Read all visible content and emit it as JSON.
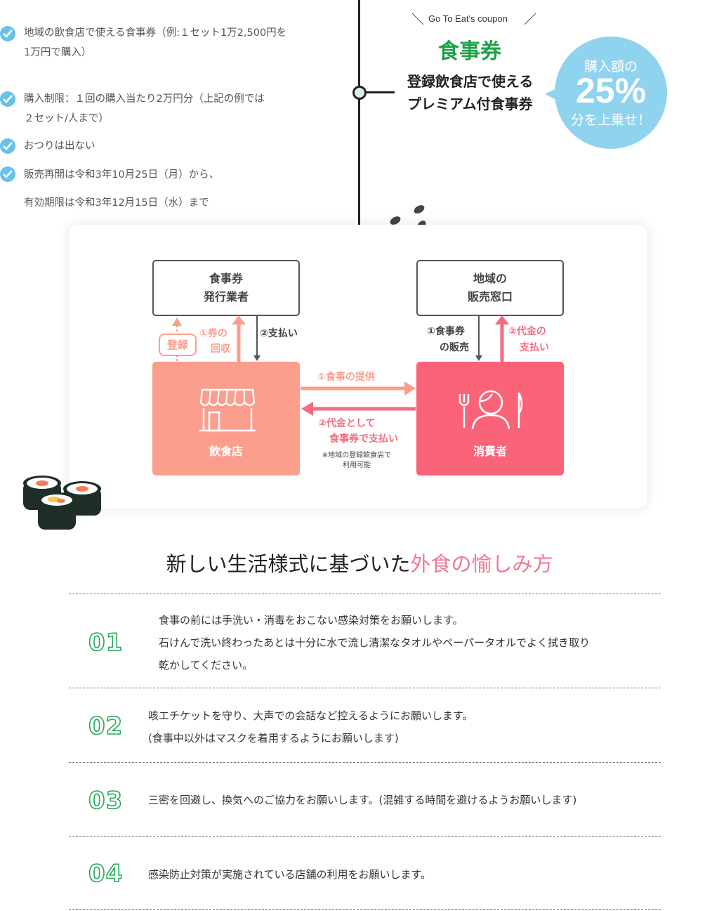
{
  "checklist": [
    {
      "line1": "地域の飲食店で使える食事券（例:１セット1万2,500円を",
      "line2": "1万円で購入）"
    },
    {
      "line1": "購入制限：１回の購入当たり2万円分（上記の例では",
      "line2": "２セット/人まで）"
    },
    {
      "line1": "おつりは出ない",
      "line2": ""
    },
    {
      "line1": "販売再開は令和3年10月25日（月）から、",
      "line2": "有効期限は令和3年12月15日（水）まで"
    }
  ],
  "coupon": {
    "subtitle": "Go To Eat's coupon",
    "title": "食事券",
    "promo_line1": "登録飲食店で使える",
    "promo_line2": "プレミアム付食事券"
  },
  "bubble": {
    "line1": "購入額の",
    "percent": "25%",
    "line3": "分を上乗せ！"
  },
  "diagram": {
    "issuer": "食事券\n発行業者",
    "issuer_l1": "食事券",
    "issuer_l2": "発行業者",
    "window_l1": "地域の",
    "window_l2": "販売窓口",
    "register": "登録",
    "collect_l1": "①券の",
    "collect_l2": "回収",
    "pay2": "②支払い",
    "sell_l1": "①食事券",
    "sell_l2": "の販売",
    "price_l1": "②代金の",
    "price_l2": "支払い",
    "meal_provide": "①食事の提供",
    "pay_by_l1": "②代金として",
    "pay_by_l2": "食事券で支払い",
    "note_l1": "※地域の登録飲食店で",
    "note_l2": "利用可能",
    "restaurant": "飲食店",
    "consumer": "消費者",
    "colors": {
      "restaurant": "#fb9e8e",
      "consumer": "#fb6379",
      "arrow_light": "#fb9e8e",
      "arrow_dark": "#f76a7e"
    }
  },
  "section": {
    "title_black": "新しい生活様式に基づいた",
    "title_pink": "外食の愉しみ方"
  },
  "items": [
    {
      "num": "01",
      "lines": [
        "食事の前には手洗い・消毒をおこない感染対策をお願いします。",
        "石けんで洗い終わったあとは十分に水で流し清潔なタオルやペーパータオルでよく拭き取り",
        "乾かしてください。"
      ]
    },
    {
      "num": "02",
      "lines": [
        "咳エチケットを守り、大声での会話など控えるようにお願いします。",
        "(食事中以外はマスクを着用するようにお願いします)"
      ]
    },
    {
      "num": "03",
      "lines": [
        "三密を回避し、換気へのご協力をお願いします。(混雑する時間を避けるようお願いします)"
      ]
    },
    {
      "num": "04",
      "lines": [
        "感染防止対策が実施されている店舗の利用をお願いします。"
      ]
    }
  ]
}
